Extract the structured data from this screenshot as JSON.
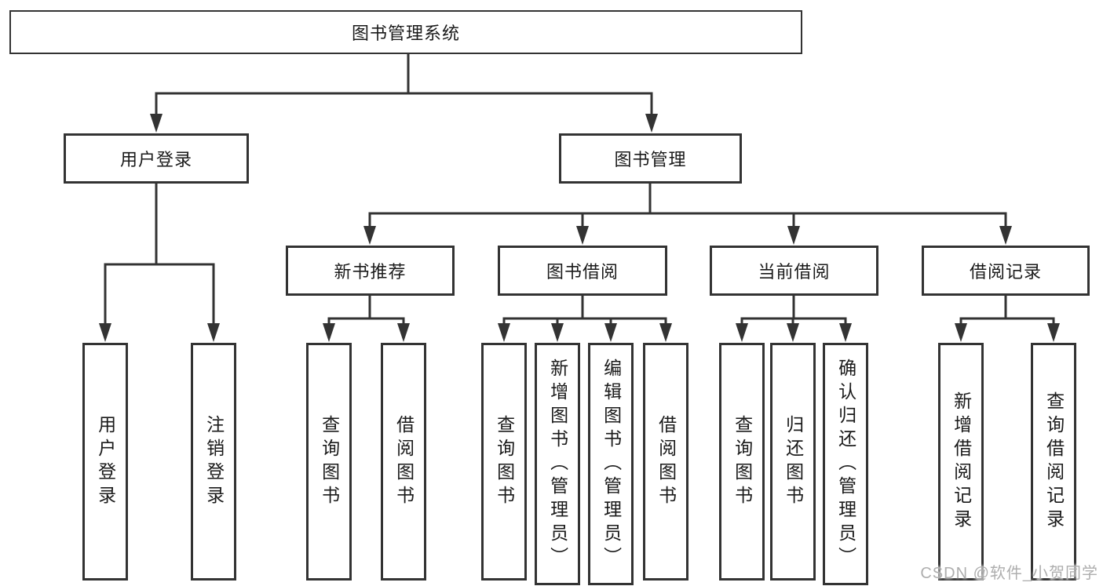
{
  "diagram": {
    "root": {
      "label": "图书管理系统"
    },
    "branches": {
      "user_login": {
        "label": "用户登录",
        "children": [
          {
            "label": "用户登录"
          },
          {
            "label": "注销登录"
          }
        ]
      },
      "book_management": {
        "label": "图书管理",
        "sections": [
          {
            "label": "新书推荐",
            "children": [
              {
                "label": "查询图书"
              },
              {
                "label": "借阅图书"
              }
            ]
          },
          {
            "label": "图书借阅",
            "children": [
              {
                "label": "查询图书"
              },
              {
                "label": "新增图书（管理员）"
              },
              {
                "label": "编辑图书（管理员）"
              },
              {
                "label": "借阅图书"
              }
            ]
          },
          {
            "label": "当前借阅",
            "children": [
              {
                "label": "查询图书"
              },
              {
                "label": "归还图书"
              },
              {
                "label": "确认归还（管理员）"
              }
            ]
          },
          {
            "label": "借阅记录",
            "children": [
              {
                "label": "新增借阅记录"
              },
              {
                "label": "查询借阅记录"
              }
            ]
          }
        ]
      }
    }
  },
  "watermark": {
    "text": "CSDN @软件_小贺同学"
  },
  "colors": {
    "line": "#333333",
    "text": "#1a1a1a",
    "background": "#ffffff",
    "watermark": "#aeaeae"
  }
}
